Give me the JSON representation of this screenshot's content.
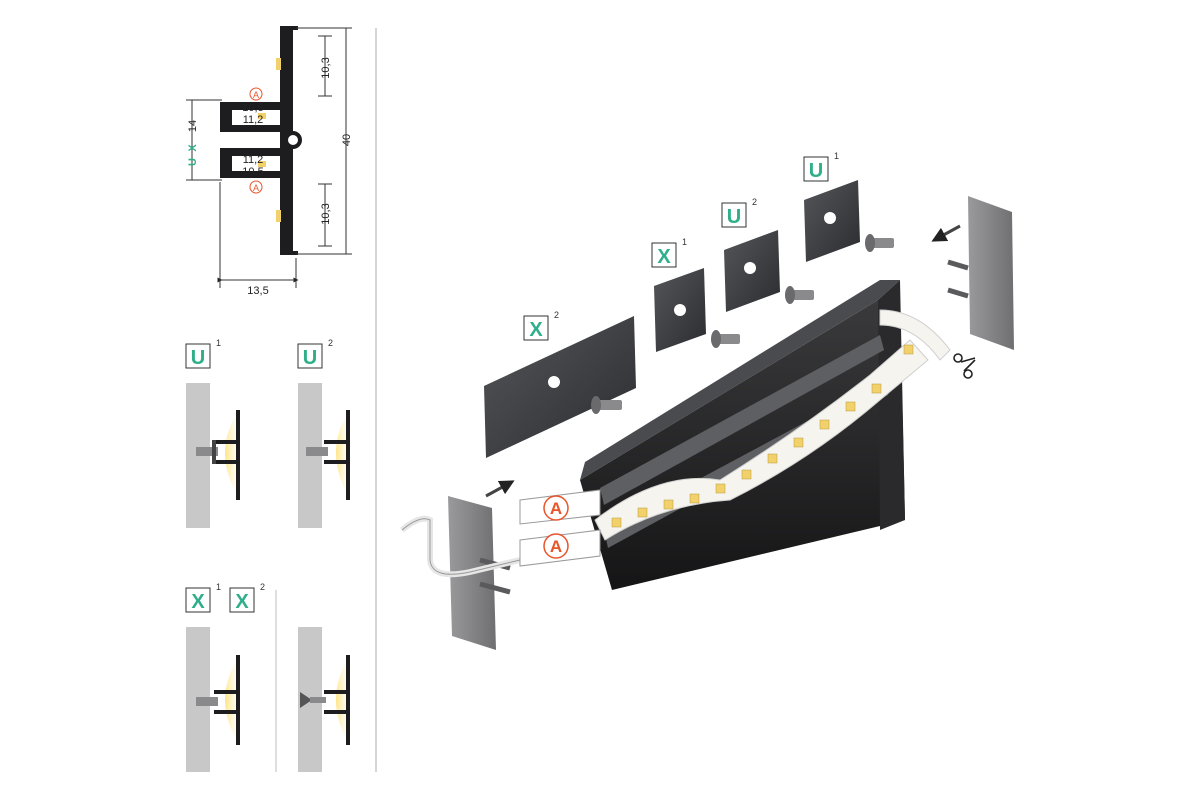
{
  "colors": {
    "accent_green": "#2fae8a",
    "accent_orange": "#e8552b",
    "profile_dark": "#1d1d1f",
    "wall_gray": "#c8c8c8",
    "led_yellow": "#f2d06a"
  },
  "cross_section": {
    "dims": {
      "top_height": "10,3",
      "bottom_height": "10,3",
      "total_height": "40",
      "slot_height": "14",
      "slot_outer": "10,5",
      "slot_inner": "11,2",
      "slot_inner_lower": "11,2",
      "slot_outer_lower": "10,5",
      "width": "13,5"
    },
    "slot_letters": [
      "U",
      "X"
    ],
    "marker": "A"
  },
  "mounting": {
    "u1": {
      "letter": "U",
      "sup": "1"
    },
    "u2": {
      "letter": "U",
      "sup": "2"
    },
    "x1": {
      "letter": "X",
      "sup": "1"
    },
    "x2": {
      "letter": "X",
      "sup": "2"
    }
  },
  "exploded": {
    "badges": [
      {
        "letter": "X",
        "sup": "2"
      },
      {
        "letter": "X",
        "sup": "1"
      },
      {
        "letter": "U",
        "sup": "2"
      },
      {
        "letter": "U",
        "sup": "1"
      }
    ],
    "markers": [
      "A",
      "A"
    ],
    "icons": [
      "arrow-icon",
      "scissors-icon",
      "screw-icon"
    ]
  }
}
